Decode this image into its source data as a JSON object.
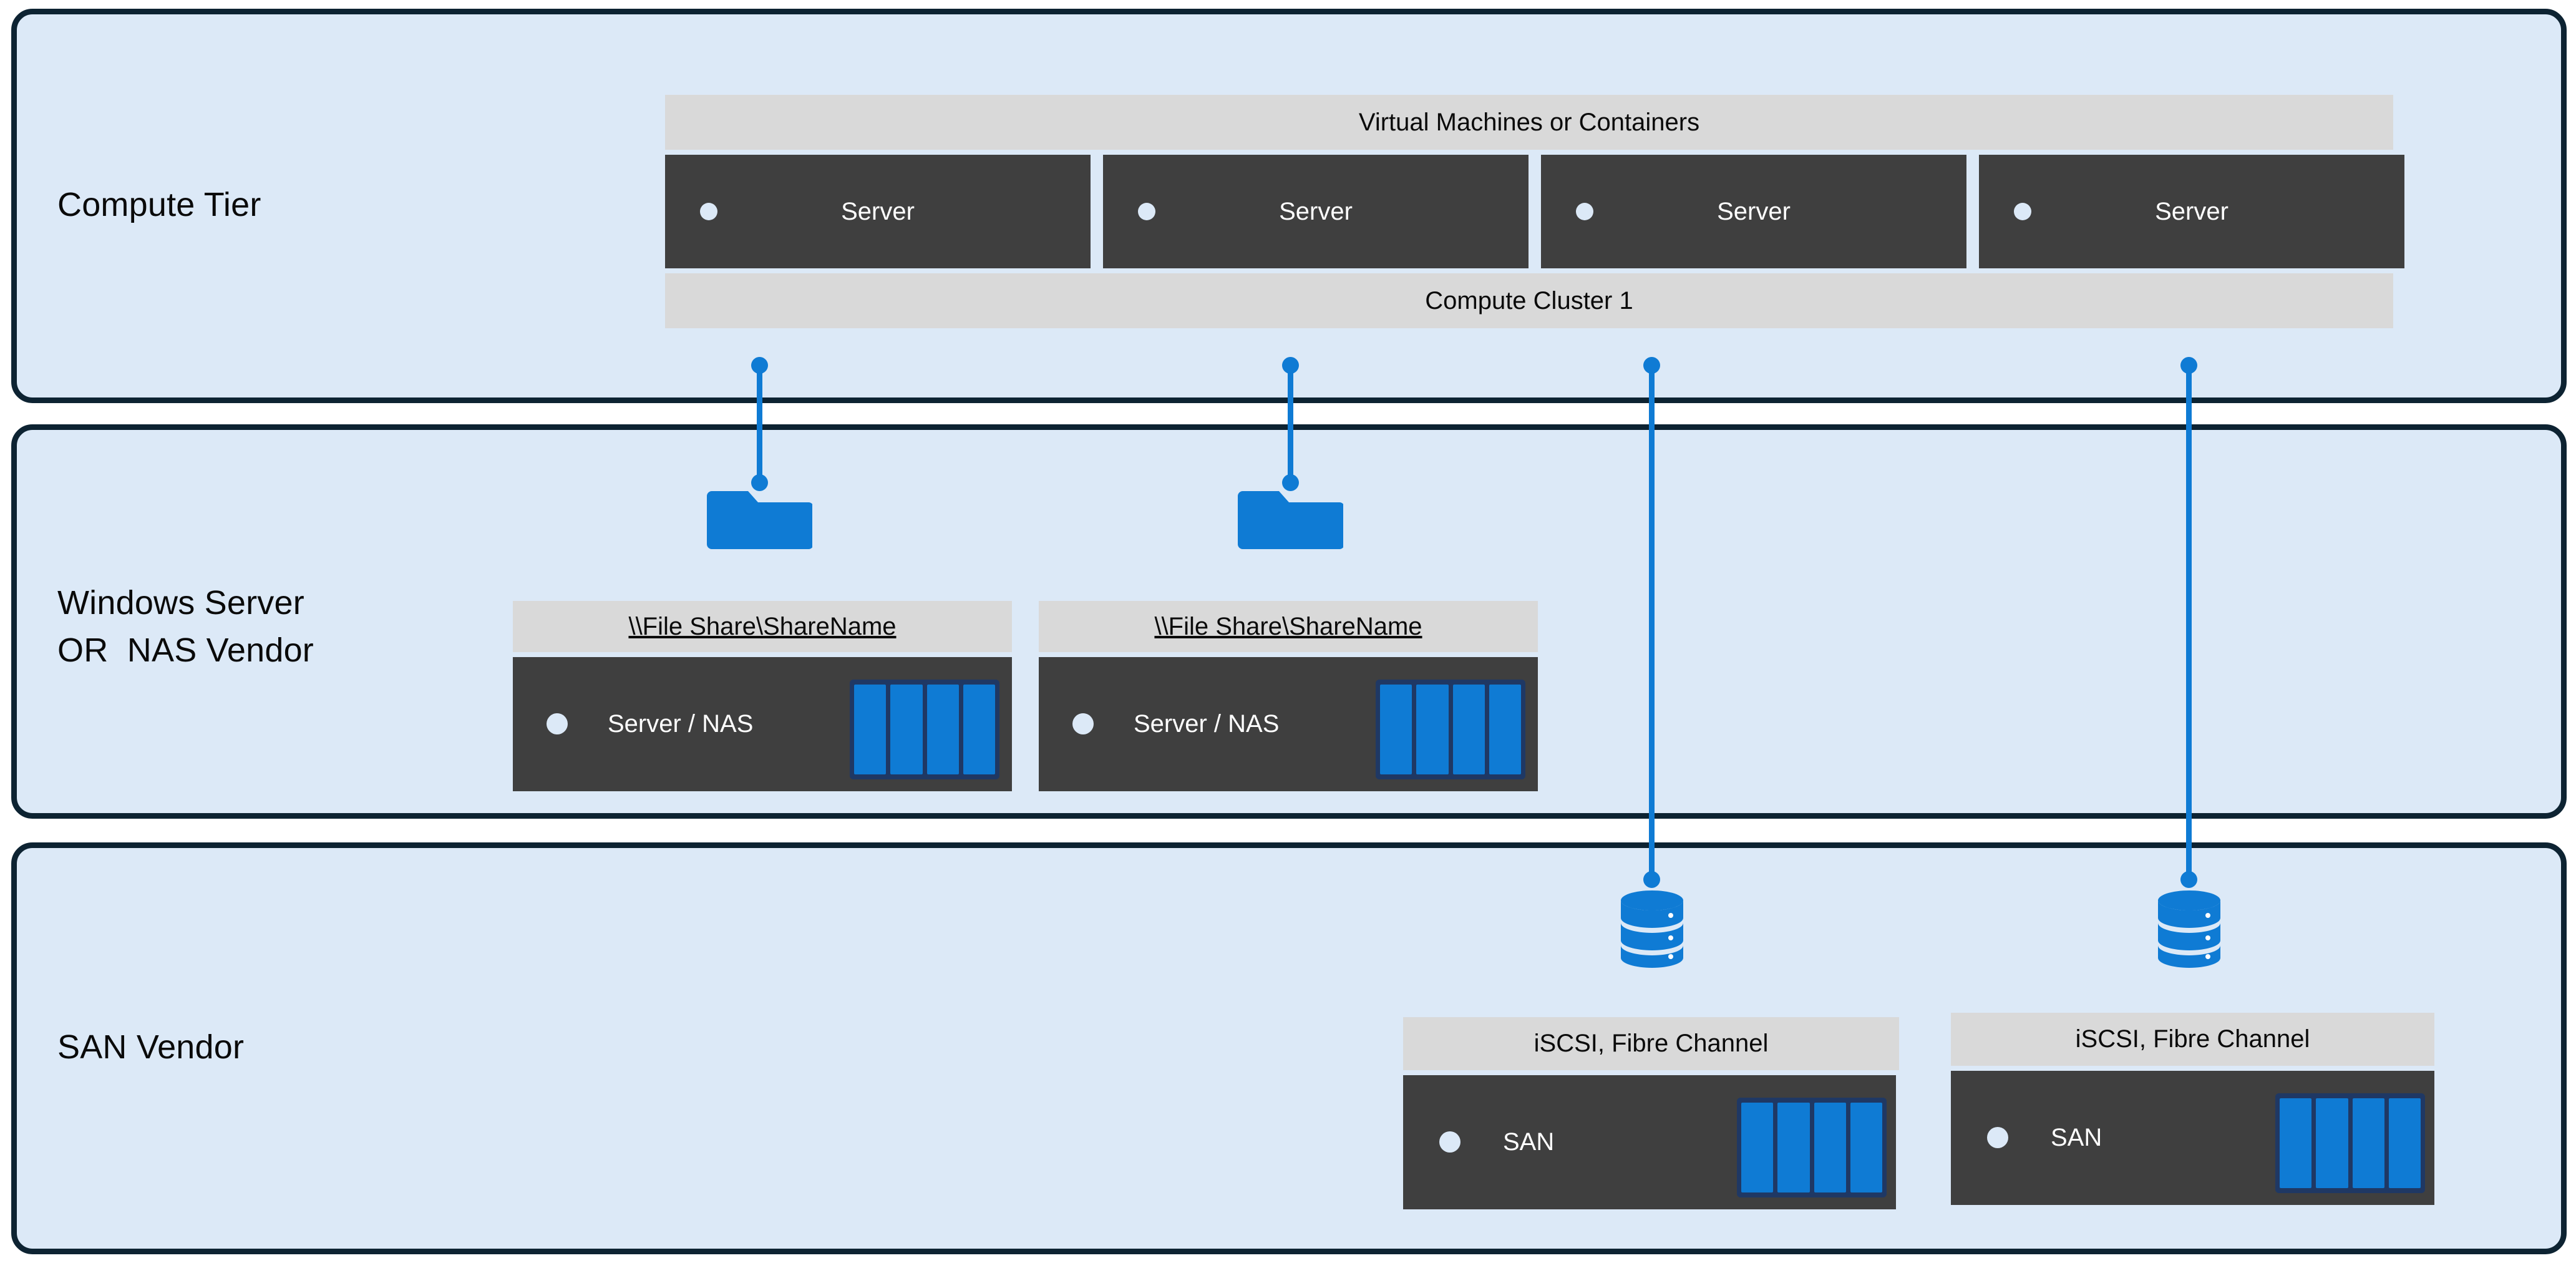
{
  "colors": {
    "tier_fill": "#dce9f7",
    "tier_border": "#0d2332",
    "caption_bar": "#d9d9d9",
    "device_dark": "#3f3f3f",
    "accent_blue": "#0f7bd4",
    "disk_frame_navy": "#1f3864",
    "led": "#dce9f7",
    "text_dark": "#0a0a0a",
    "text_light": "#ffffff"
  },
  "tiers": [
    {
      "id": "compute",
      "label": "Compute Tier"
    },
    {
      "id": "file",
      "label": "Windows Server\nOR  NAS Vendor"
    },
    {
      "id": "san",
      "label": "SAN Vendor"
    }
  ],
  "compute_tier": {
    "top_caption": "Virtual Machines or Containers",
    "bottom_caption": "Compute Cluster 1",
    "servers": [
      {
        "label": "Server"
      },
      {
        "label": "Server"
      },
      {
        "label": "Server"
      },
      {
        "label": "Server"
      }
    ]
  },
  "file_tier": {
    "nodes": [
      {
        "caption": "\\\\File Share\\ShareName",
        "label": "Server / NAS",
        "disks": 4,
        "icon": "folder-icon"
      },
      {
        "caption": "\\\\File Share\\ShareName",
        "label": "Server / NAS",
        "disks": 4,
        "icon": "folder-icon"
      }
    ]
  },
  "san_tier": {
    "nodes": [
      {
        "caption": "iSCSI, Fibre Channel",
        "label": "SAN",
        "disks": 4,
        "icon": "database-cylinder-icon"
      },
      {
        "caption": "iSCSI, Fibre Channel",
        "label": "SAN",
        "disks": 4,
        "icon": "database-cylinder-icon"
      }
    ]
  },
  "connectors": [
    {
      "from": "server-1",
      "to": "file-share-1"
    },
    {
      "from": "server-2",
      "to": "file-share-2"
    },
    {
      "from": "server-3",
      "to": "san-1"
    },
    {
      "from": "server-4",
      "to": "san-2"
    }
  ]
}
